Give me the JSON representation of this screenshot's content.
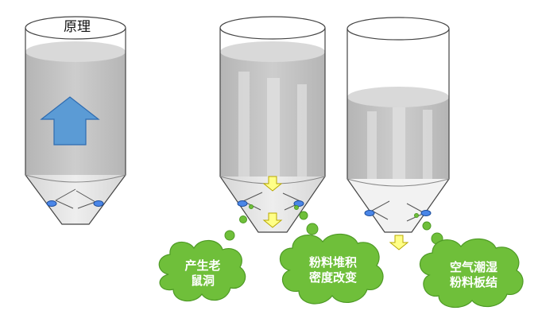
{
  "title": "原理",
  "clouds": [
    {
      "line1": "产生老",
      "line2": "鼠洞"
    },
    {
      "line1": "粉料堆积",
      "line2": "密度改变"
    },
    {
      "line1": "空气潮湿",
      "line2": "粉料板结"
    }
  ],
  "colors": {
    "powder": "#c3c3c3",
    "powder_top": "#d8d8d8",
    "cloud": "#6fbf3a",
    "cloud_dark": "#4e9a25",
    "arrow_blue": "#5b9bd5",
    "arrow_yellow": "#ffff88",
    "nozzle": "#4a86e8"
  }
}
